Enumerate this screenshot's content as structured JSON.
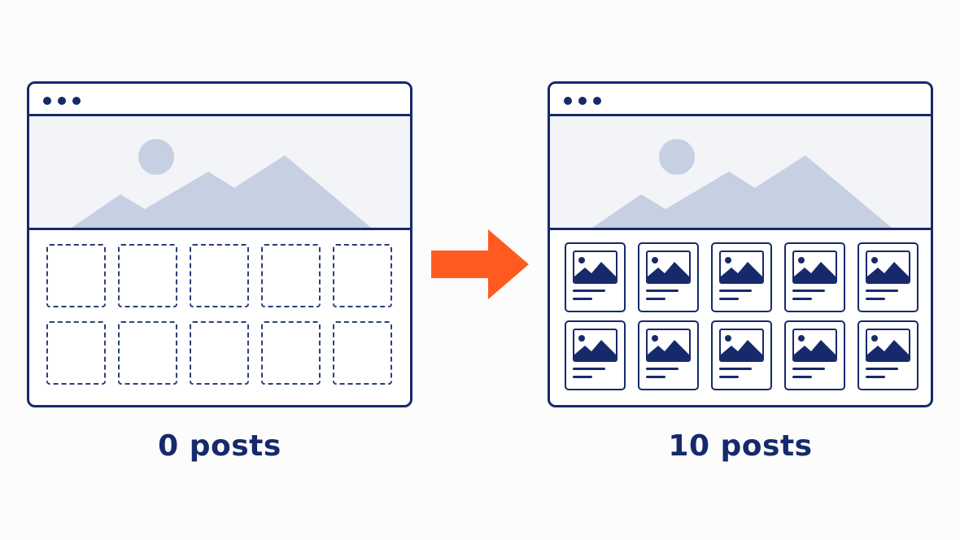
{
  "colors": {
    "ink": "#162a6b",
    "hero_bg": "#f3f4f8",
    "hero_shape": "#c7cfe2",
    "arrow": "#ff5a1f"
  },
  "before": {
    "label": "0 posts",
    "posts": 0,
    "slots": 10
  },
  "after": {
    "label": "10 posts",
    "posts": 10,
    "slots": 10
  },
  "icons": {
    "window_dots": "three-dots-icon",
    "hero": "mountain-image-icon",
    "post_thumb": "image-icon",
    "transition": "arrow-right-icon"
  }
}
